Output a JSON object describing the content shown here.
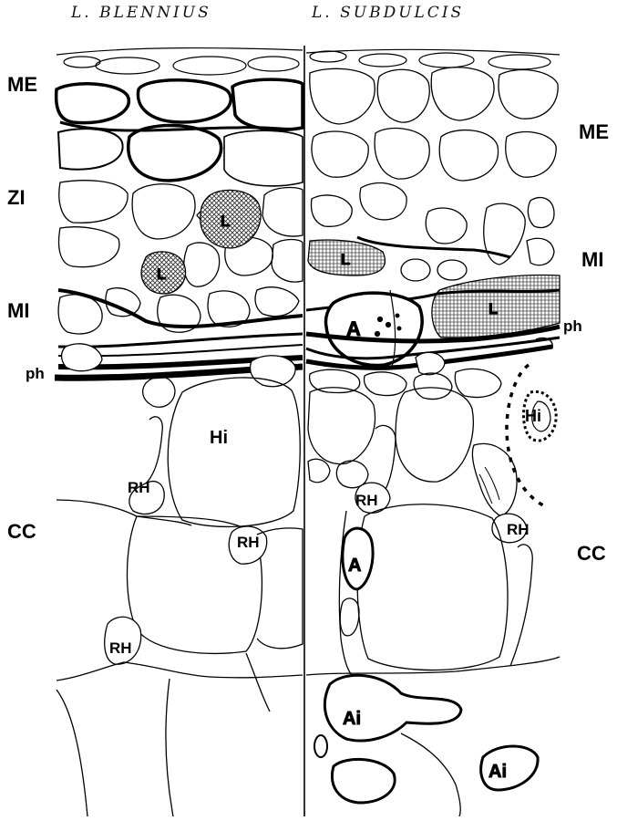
{
  "headers": {
    "left_species": "L. BLENNIUS",
    "right_species": "L. SUBDULCIS"
  },
  "zones_left": {
    "me": "ME",
    "zi": "ZI",
    "mi": "MI",
    "ph": "ph",
    "cc": "CC"
  },
  "zones_right": {
    "me": "ME",
    "mi": "MI",
    "ph": "ph",
    "cc": "CC"
  },
  "cell_labels": {
    "lipid": "L",
    "ascus": "A",
    "hyphal_inflation": "Hi",
    "rhizoidal_hypha": "RH",
    "ascus_initial": "Ai"
  }
}
